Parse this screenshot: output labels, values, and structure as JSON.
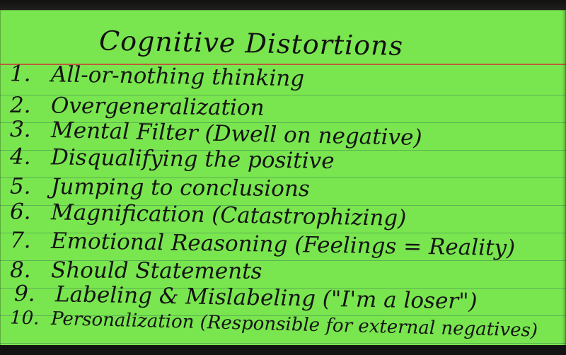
{
  "card": {
    "title": "Cognitive Distortions",
    "items": [
      {
        "number": "1.",
        "text": "All-or-nothing thinking"
      },
      {
        "number": "2.",
        "text": "Overgeneralization"
      },
      {
        "number": "3.",
        "text": "Mental Filter (Dwell on negative)"
      },
      {
        "number": "4.",
        "text": "Disqualifying the positive"
      },
      {
        "number": "5.",
        "text": "Jumping to conclusions"
      },
      {
        "number": "6.",
        "text": "Magnification (Catastrophizing)"
      },
      {
        "number": "7.",
        "text": "Emotional Reasoning (Feelings = Reality)"
      },
      {
        "number": "8.",
        "text": "Should Statements"
      },
      {
        "number": "9.",
        "text": "Labeling & Mislabeling (\"I'm a loser\")"
      },
      {
        "number": "10.",
        "text": "Personalization (Responsible for external negatives)"
      }
    ]
  },
  "colors": {
    "card": "#79e64f",
    "ink": "#141414",
    "red_rule": "#c64a3a",
    "background": "#1f1d1c"
  }
}
